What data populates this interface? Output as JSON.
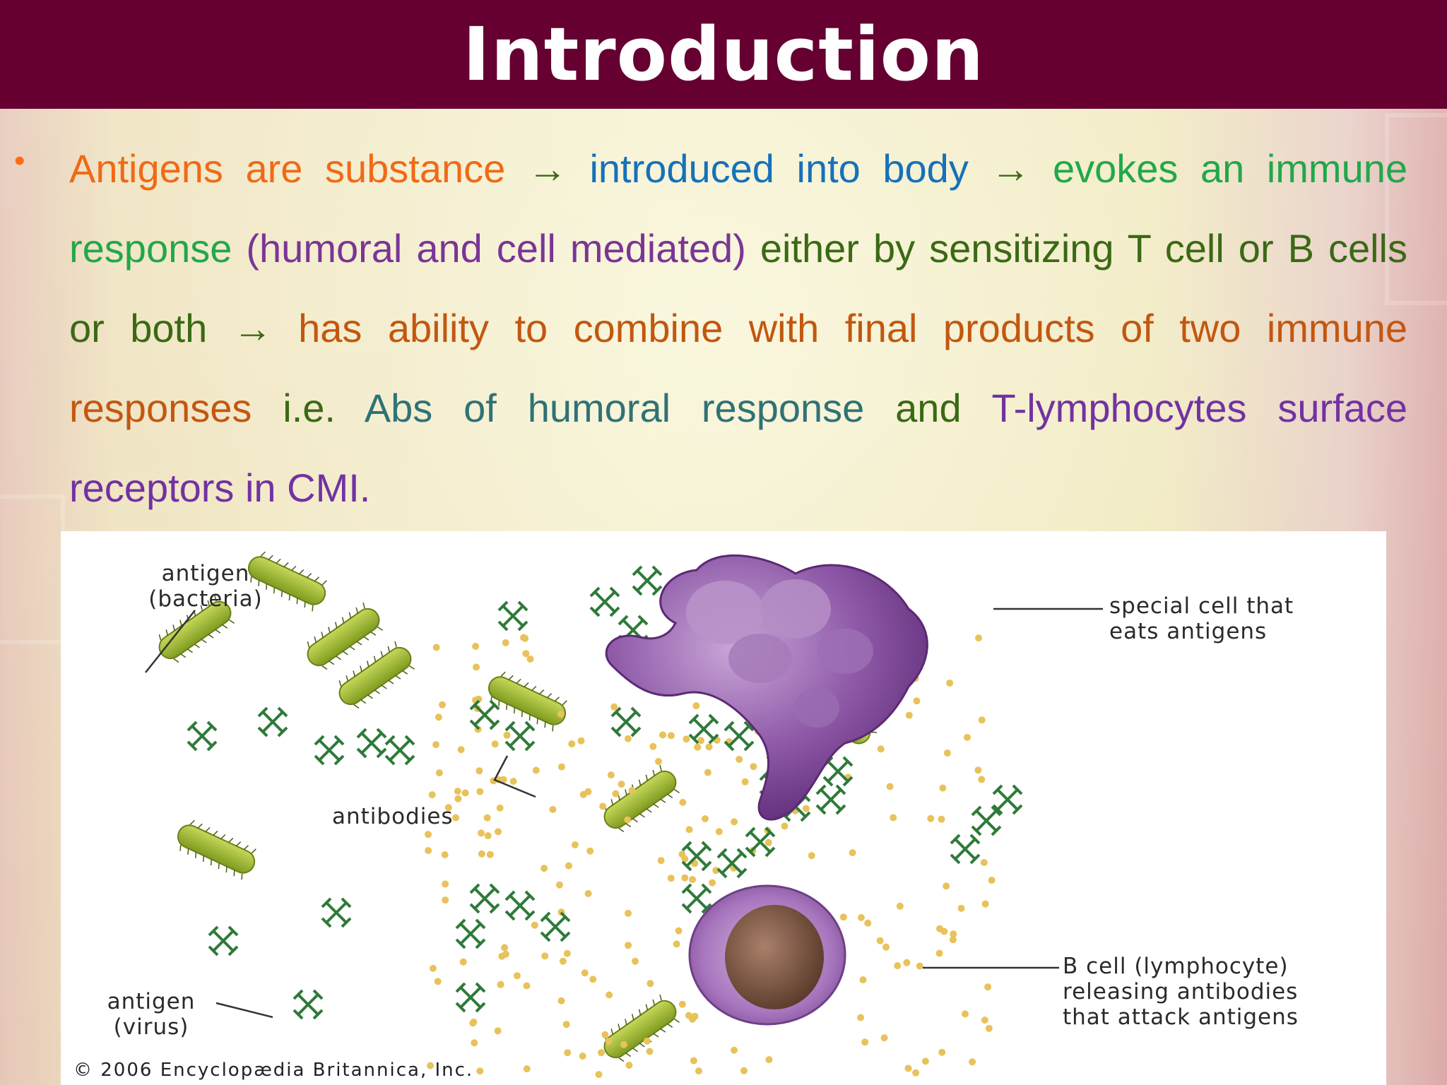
{
  "slide": {
    "title": "Introduction",
    "bullet": "•",
    "paragraph": [
      {
        "text": "Antigens are substance",
        "color": "orange"
      },
      {
        "text": " → ",
        "color": "dgreen"
      },
      {
        "text": "introduced into body",
        "color": "blue"
      },
      {
        "text": " → ",
        "color": "dgreen"
      },
      {
        "text": "evokes an immune response",
        "color": "green"
      },
      {
        "text": " (humoral and cell mediated)",
        "color": "purple"
      },
      {
        "text": " either by sensitizing T cell or B cells or both",
        "color": "dgreen"
      },
      {
        "text": " → ",
        "color": "dgreen"
      },
      {
        "text": "has ability to combine with final products of two immune responses",
        "color": "burnt"
      },
      {
        "text": " i.e. ",
        "color": "dgreen"
      },
      {
        "text": "Abs of humoral response",
        "color": "teal"
      },
      {
        "text": " and ",
        "color": "dgreen"
      },
      {
        "text": "T-lymphocytes surface receptors in CMI.",
        "color": "lpurple"
      }
    ]
  },
  "figure": {
    "labels": {
      "antigen_bacteria_1": "antigen",
      "antigen_bacteria_2": "(bacteria)",
      "special_cell_1": "special cell that",
      "special_cell_2": "eats antigens",
      "antibodies": "antibodies",
      "antigen_virus_1": "antigen",
      "antigen_virus_2": "(virus)",
      "b_cell_1": "B cell (lymphocyte)",
      "b_cell_2": "releasing antibodies",
      "b_cell_3": "that attack antigens"
    },
    "copyright": "© 2006 Encyclopædia Britannica, Inc."
  },
  "colors": {
    "title_bar": "#650031",
    "orange": "#f06a16",
    "blue": "#1671b9",
    "green": "#21a84a",
    "purple": "#7a3596",
    "dgreen": "#3a6a14",
    "burnt": "#c35710",
    "teal": "#2f7276",
    "lpurple": "#7232a2"
  }
}
